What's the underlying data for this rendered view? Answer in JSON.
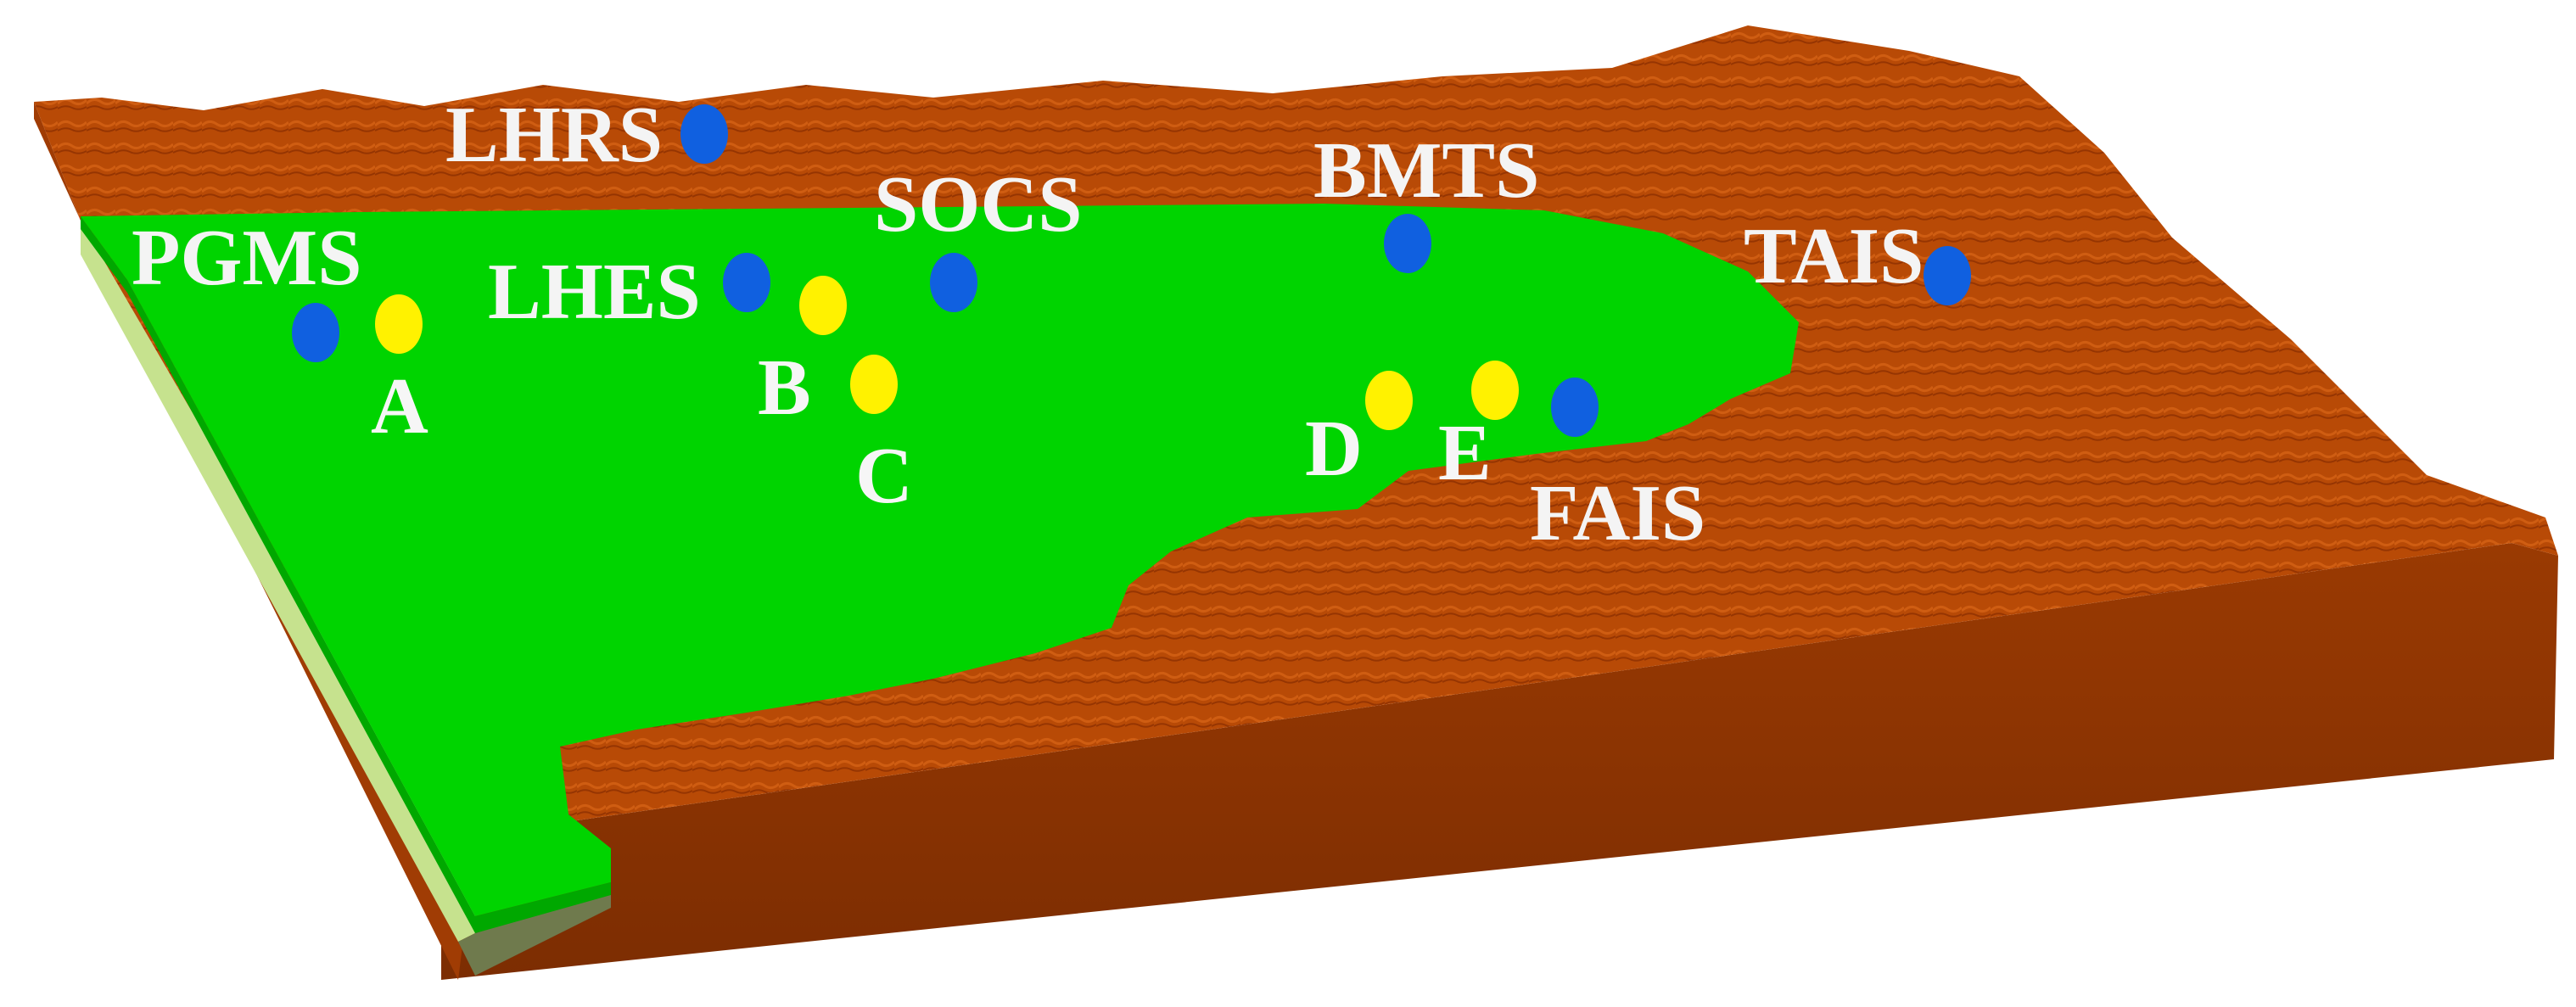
{
  "colors": {
    "terrain": "#b84a06",
    "terrain_side": "#8a3302",
    "lake": "#00d400",
    "lake_edge": "#00a800",
    "side_light": "#c6e28e",
    "blue_marker": "#1060e0",
    "yellow_marker": "#fff200",
    "label": "#f4f4f4"
  },
  "stations": [
    {
      "id": "lhrs",
      "label": "LHRS"
    },
    {
      "id": "pgms",
      "label": "PGMS"
    },
    {
      "id": "lhes",
      "label": "LHES"
    },
    {
      "id": "socs",
      "label": "SOCS"
    },
    {
      "id": "bmts",
      "label": "BMTS"
    },
    {
      "id": "tais",
      "label": "TAIS"
    },
    {
      "id": "fais",
      "label": "FAIS"
    }
  ],
  "points": [
    {
      "id": "a",
      "label": "A"
    },
    {
      "id": "b",
      "label": "B"
    },
    {
      "id": "c",
      "label": "C"
    },
    {
      "id": "d",
      "label": "D"
    },
    {
      "id": "e",
      "label": "E"
    }
  ]
}
